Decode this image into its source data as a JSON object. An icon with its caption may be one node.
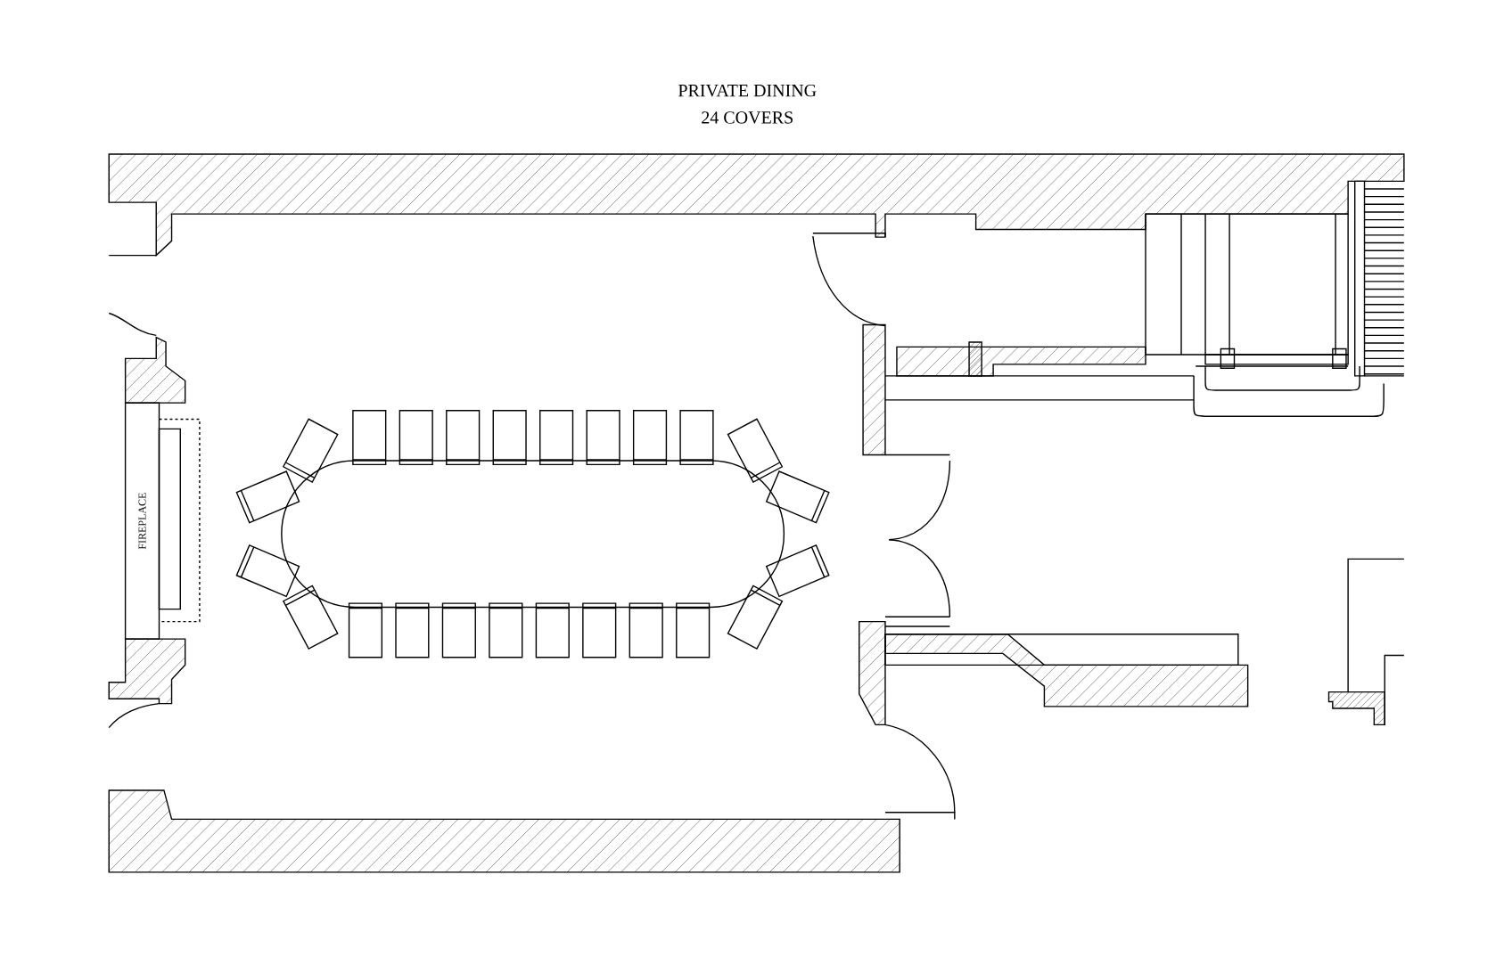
{
  "diagram": {
    "title": "PRIVATE DINING",
    "nodes": [
      {
        "text": [
          "FIREPLACE"
        ]
      }
    ],
    "labels": [
      "24 COVERS"
    ]
  }
}
